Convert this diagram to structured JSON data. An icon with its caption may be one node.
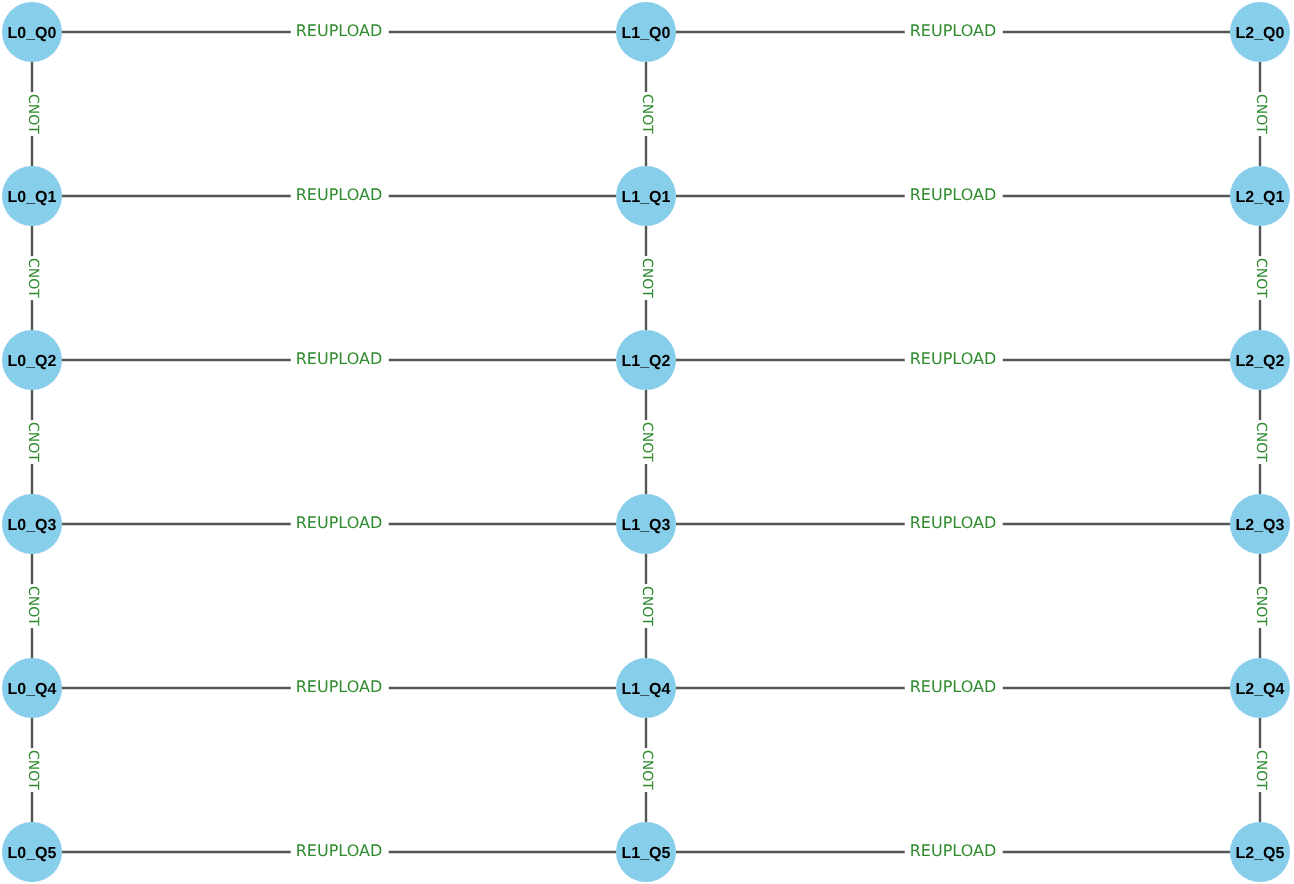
{
  "diagram": {
    "nodes": [
      {
        "text": [
          "L0_Q0"
        ]
      },
      {
        "text": [
          "L1_Q0"
        ]
      },
      {
        "text": [
          "L2_Q0"
        ]
      },
      {
        "text": [
          "L0_Q1"
        ]
      },
      {
        "text": [
          "L1_Q1"
        ]
      },
      {
        "text": [
          "L2_Q1"
        ]
      },
      {
        "text": [
          "L0_Q2"
        ]
      },
      {
        "text": [
          "L1_Q2"
        ]
      },
      {
        "text": [
          "L2_Q2"
        ]
      },
      {
        "text": [
          "L0_Q3"
        ]
      },
      {
        "text": [
          "L1_Q3"
        ]
      },
      {
        "text": [
          "L2_Q3"
        ]
      },
      {
        "text": [
          "L0_Q4"
        ]
      },
      {
        "text": [
          "L1_Q4"
        ]
      },
      {
        "text": [
          "L2_Q4"
        ]
      },
      {
        "text": [
          "L0_Q5"
        ]
      },
      {
        "text": [
          "L1_Q5"
        ]
      },
      {
        "text": [
          "L2_Q5"
        ]
      }
    ],
    "edges": [
      {
        "from": 0,
        "to": 1,
        "arrow": "none",
        "label": "REUPLOAD"
      },
      {
        "from": 1,
        "to": 2,
        "arrow": "none",
        "label": "REUPLOAD"
      },
      {
        "from": 3,
        "to": 4,
        "arrow": "none",
        "label": "REUPLOAD"
      },
      {
        "from": 4,
        "to": 5,
        "arrow": "none",
        "label": "REUPLOAD"
      },
      {
        "from": 6,
        "to": 7,
        "arrow": "none",
        "label": "REUPLOAD"
      },
      {
        "from": 7,
        "to": 8,
        "arrow": "none",
        "label": "REUPLOAD"
      },
      {
        "from": 9,
        "to": 10,
        "arrow": "none",
        "label": "REUPLOAD"
      },
      {
        "from": 10,
        "to": 11,
        "arrow": "none",
        "label": "REUPLOAD"
      },
      {
        "from": 12,
        "to": 13,
        "arrow": "none",
        "label": "REUPLOAD"
      },
      {
        "from": 13,
        "to": 14,
        "arrow": "none",
        "label": "REUPLOAD"
      },
      {
        "from": 15,
        "to": 16,
        "arrow": "none",
        "label": "REUPLOAD"
      },
      {
        "from": 16,
        "to": 17,
        "arrow": "none",
        "label": "REUPLOAD"
      },
      {
        "from": 0,
        "to": 3,
        "arrow": "none",
        "label": "CNOT"
      },
      {
        "from": 3,
        "to": 6,
        "arrow": "none",
        "label": "CNOT"
      },
      {
        "from": 6,
        "to": 9,
        "arrow": "none",
        "label": "CNOT"
      },
      {
        "from": 9,
        "to": 12,
        "arrow": "none",
        "label": "CNOT"
      },
      {
        "from": 12,
        "to": 15,
        "arrow": "none",
        "label": "CNOT"
      },
      {
        "from": 1,
        "to": 4,
        "arrow": "none",
        "label": "CNOT"
      },
      {
        "from": 4,
        "to": 7,
        "arrow": "none",
        "label": "CNOT"
      },
      {
        "from": 7,
        "to": 10,
        "arrow": "none",
        "label": "CNOT"
      },
      {
        "from": 10,
        "to": 13,
        "arrow": "none",
        "label": "CNOT"
      },
      {
        "from": 13,
        "to": 16,
        "arrow": "none",
        "label": "CNOT"
      },
      {
        "from": 2,
        "to": 5,
        "arrow": "none",
        "label": "CNOT"
      },
      {
        "from": 5,
        "to": 8,
        "arrow": "none",
        "label": "CNOT"
      },
      {
        "from": 8,
        "to": 11,
        "arrow": "none",
        "label": "CNOT"
      },
      {
        "from": 11,
        "to": 14,
        "arrow": "none",
        "label": "CNOT"
      },
      {
        "from": 14,
        "to": 17,
        "arrow": "none",
        "label": "CNOT"
      }
    ]
  }
}
